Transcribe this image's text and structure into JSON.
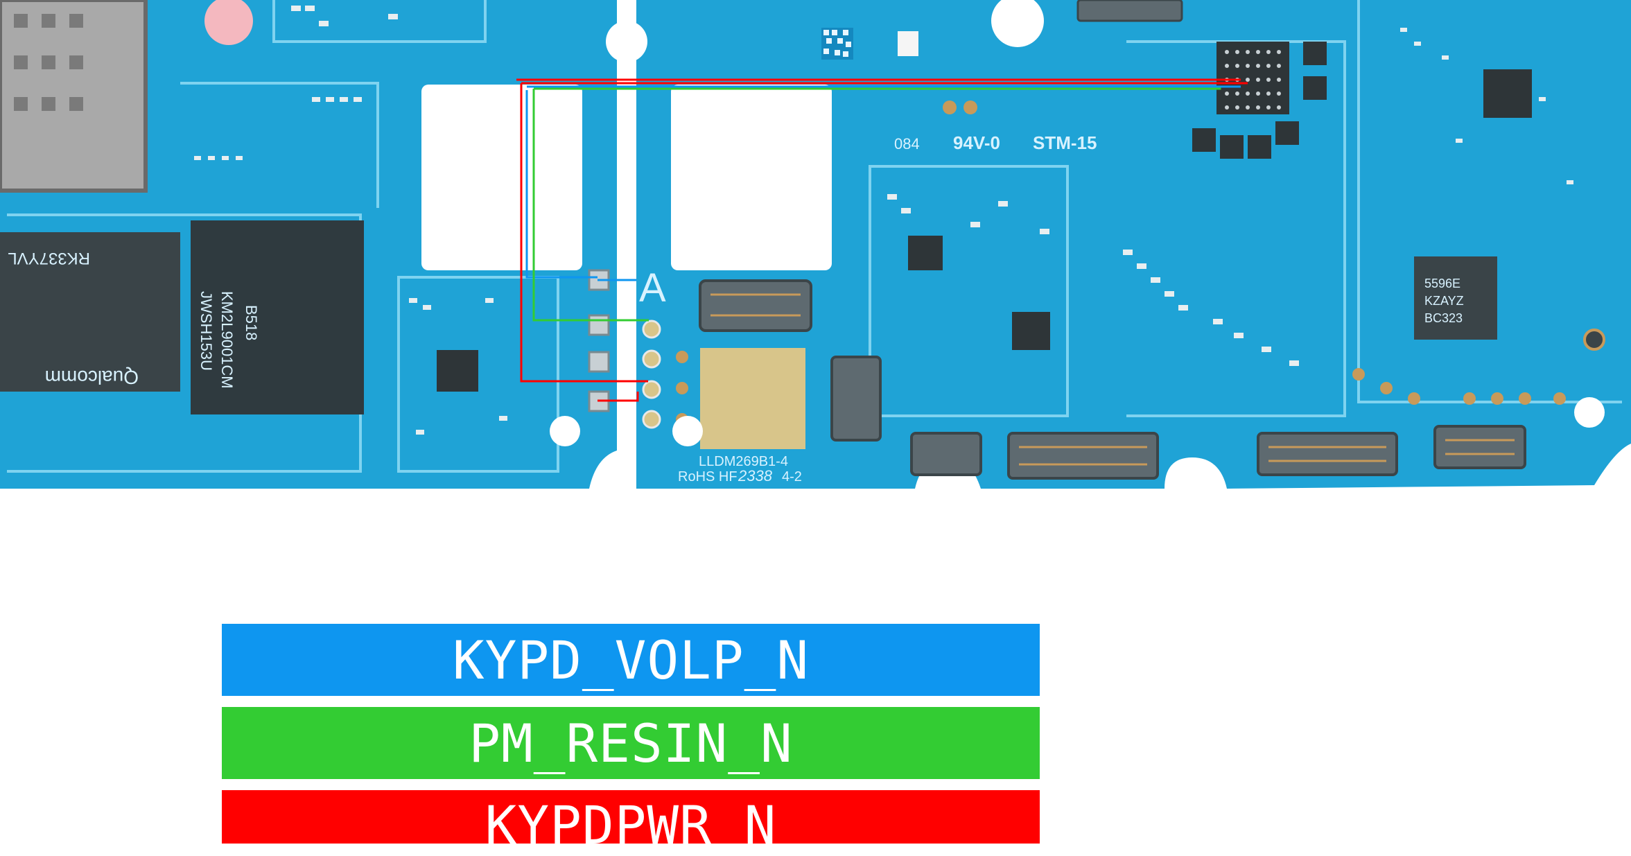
{
  "board": {
    "silkscreen": {
      "marking_main": "084",
      "marking_rating": "94V-0",
      "marking_stm": "STM-15",
      "model_code": "LLDM269B1-4",
      "rohs_line": "RoHS HF",
      "date_code": "2338",
      "rev_code": "4-2",
      "test_point_label": "A",
      "ic_ufs_line1": "KM2L9001CM",
      "ic_ufs_line2": "B518",
      "ic_ufs_line3": "JWSH153U",
      "ic_pmic_line1": "5596E",
      "ic_pmic_line2": "KZAYZ",
      "ic_pmic_line3": "BC323",
      "ic_soc_line1": "RK337YVL",
      "ic_soc_line2": "Qualcomm"
    }
  },
  "colors": {
    "board": "#1fa3d6",
    "board_dark": "#1488bf",
    "signal_blue": "#0e96f0",
    "signal_green": "#33cc33",
    "signal_red": "#ff0000"
  },
  "legend": [
    {
      "label": "KYPD_VOLP_N",
      "color": "#0e96f0"
    },
    {
      "label": "PM_RESIN_N",
      "color": "#33cc33"
    },
    {
      "label": "KYPDPWR_N",
      "color": "#ff0000"
    }
  ]
}
